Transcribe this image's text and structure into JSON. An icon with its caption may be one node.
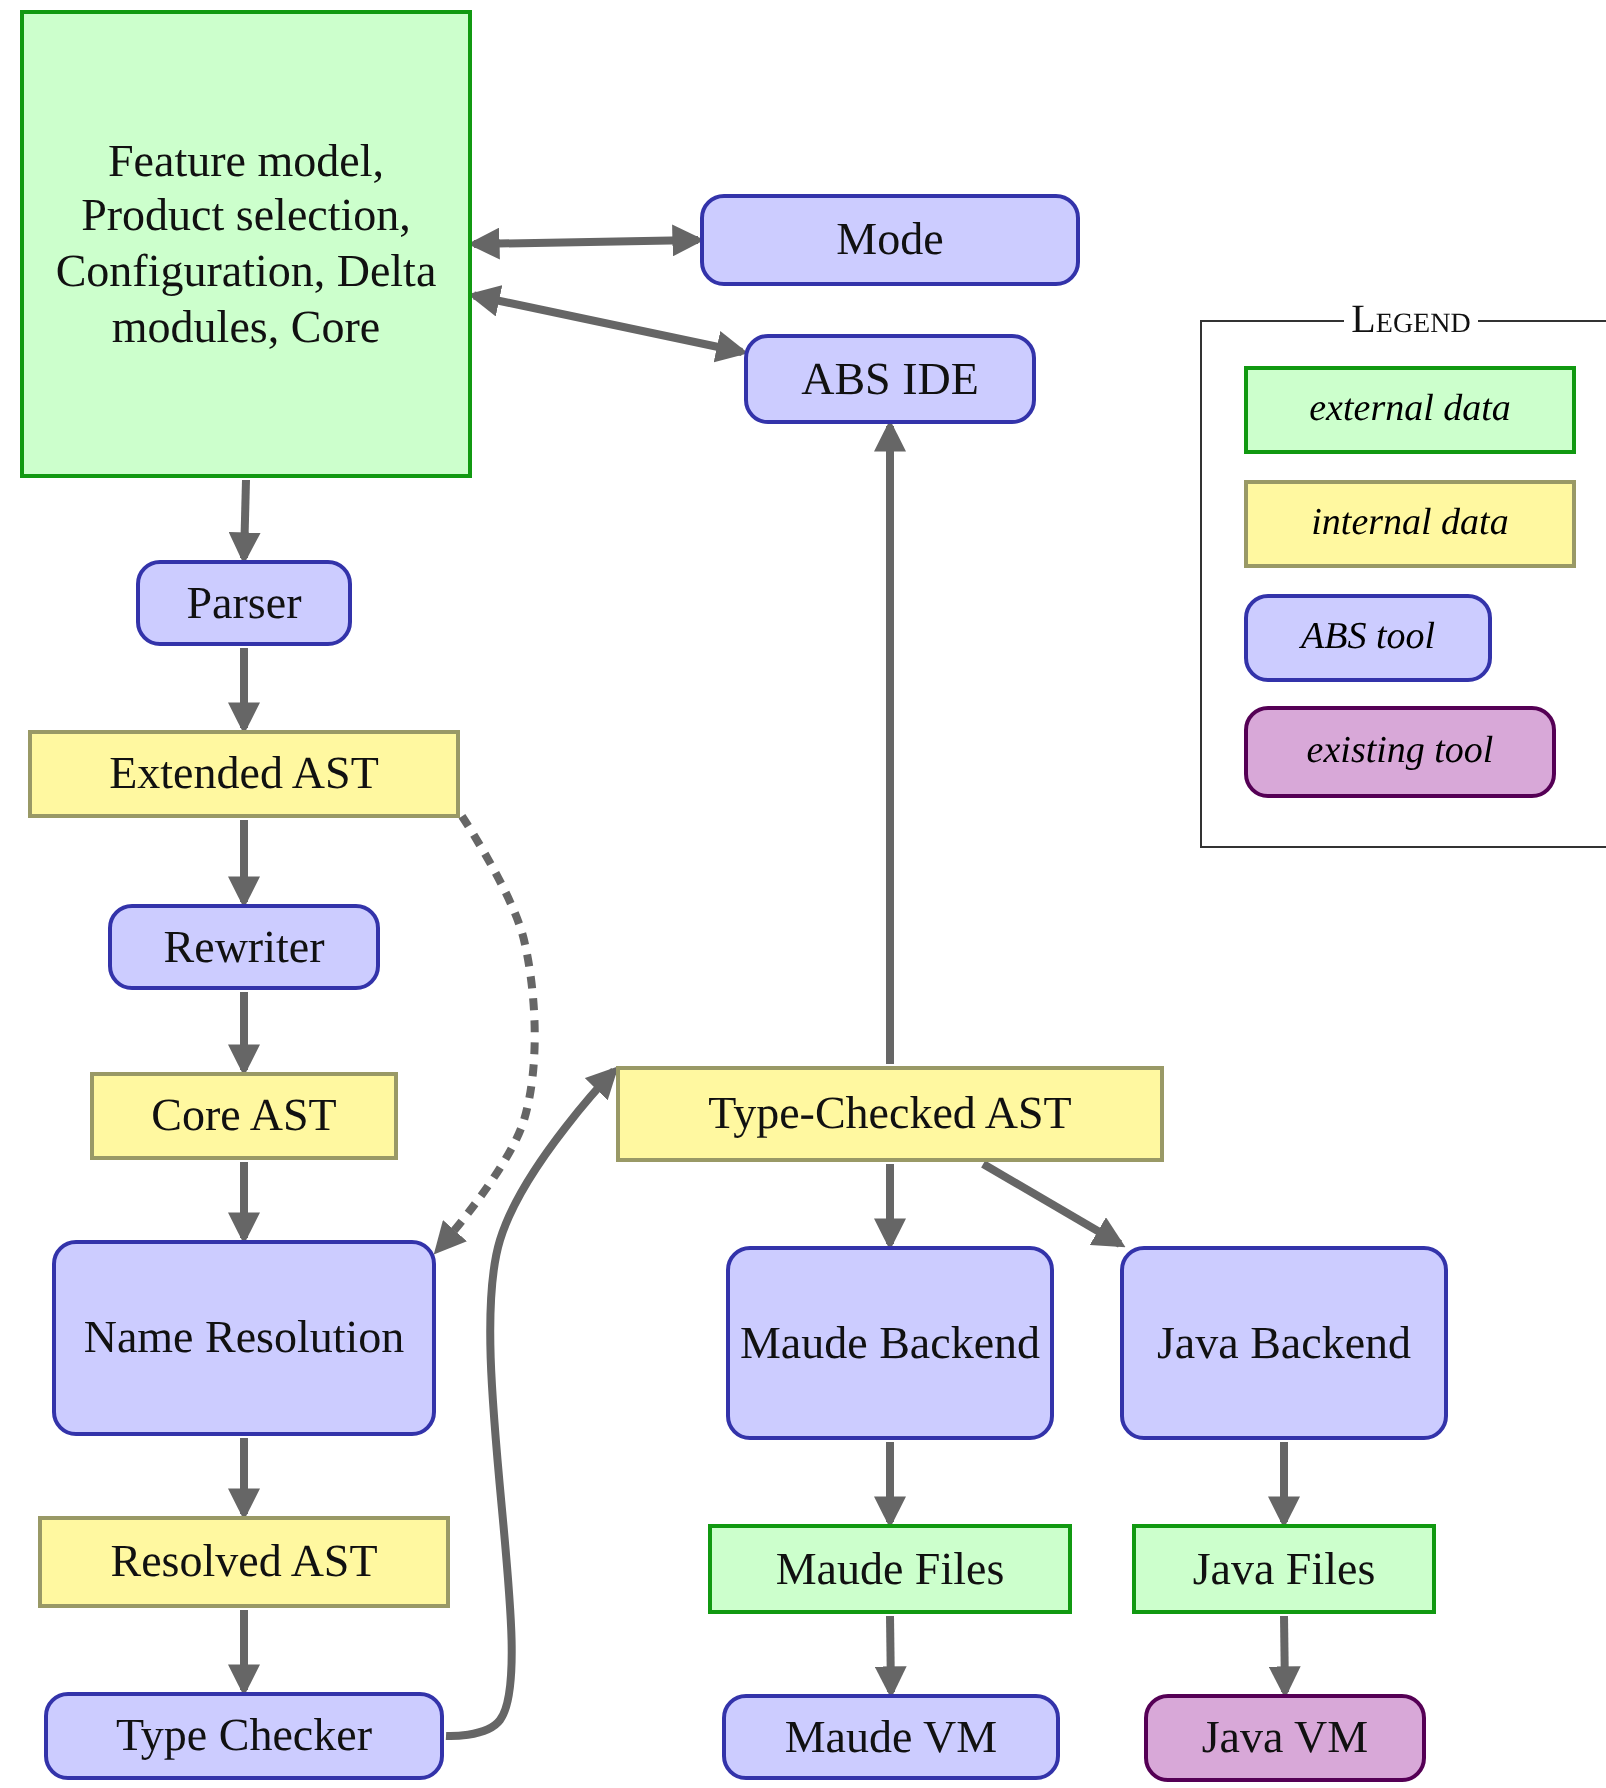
{
  "diagram": {
    "nodes": [
      {
        "text": [
          "Feature model, Product selection, Configuration, Delta modules, Core"
        ]
      },
      {
        "text": [
          "Mode"
        ]
      },
      {
        "text": [
          "ABS IDE"
        ]
      },
      {
        "text": [
          "Parser"
        ]
      },
      {
        "text": [
          "Extended AST"
        ]
      },
      {
        "text": [
          "Rewriter"
        ]
      },
      {
        "text": [
          "Core AST"
        ]
      },
      {
        "text": [
          "Name Resolution"
        ]
      },
      {
        "text": [
          "Resolved AST"
        ]
      },
      {
        "text": [
          "Type Checker"
        ]
      },
      {
        "text": [
          "Type-Checked AST"
        ]
      },
      {
        "text": [
          "Maude Backend"
        ]
      },
      {
        "text": [
          "Java Backend"
        ]
      },
      {
        "text": [
          "Maude Files"
        ]
      },
      {
        "text": [
          "Java Files"
        ]
      },
      {
        "text": [
          "Maude VM"
        ]
      },
      {
        "text": [
          "Java VM"
        ]
      },
      {
        "text": [
          "Legend"
        ]
      }
    ],
    "edges": [
      {
        "from": 0,
        "to": 1,
        "arrow": "both"
      },
      {
        "from": 0,
        "to": 2,
        "arrow": "both"
      },
      {
        "from": 0,
        "to": 3,
        "arrow": "to"
      },
      {
        "from": 3,
        "to": 4,
        "arrow": "to"
      },
      {
        "from": 4,
        "to": 5,
        "arrow": "to"
      },
      {
        "from": 5,
        "to": 6,
        "arrow": "to"
      },
      {
        "from": 6,
        "to": 7,
        "arrow": "to"
      },
      {
        "from": 4,
        "to": 7,
        "arrow": "to",
        "style": "dashed"
      },
      {
        "from": 7,
        "to": 8,
        "arrow": "to"
      },
      {
        "from": 8,
        "to": 9,
        "arrow": "to"
      },
      {
        "from": 9,
        "to": 10,
        "arrow": "to"
      },
      {
        "from": 10,
        "to": 2,
        "arrow": "to"
      },
      {
        "from": 10,
        "to": 11,
        "arrow": "to"
      },
      {
        "from": 10,
        "to": 12,
        "arrow": "to"
      },
      {
        "from": 11,
        "to": 13,
        "arrow": "to"
      },
      {
        "from": 12,
        "to": 14,
        "arrow": "to"
      },
      {
        "from": 13,
        "to": 15,
        "arrow": "to"
      },
      {
        "from": 14,
        "to": 16,
        "arrow": "to"
      }
    ],
    "legend": [
      {
        "text": "external data",
        "color": "#ccffcc"
      },
      {
        "text": "internal data",
        "color": "#fff8a0"
      },
      {
        "text": "ABS tool",
        "color": "#ccccff"
      },
      {
        "text": "existing tool",
        "color": "#d8a8d8"
      }
    ]
  }
}
